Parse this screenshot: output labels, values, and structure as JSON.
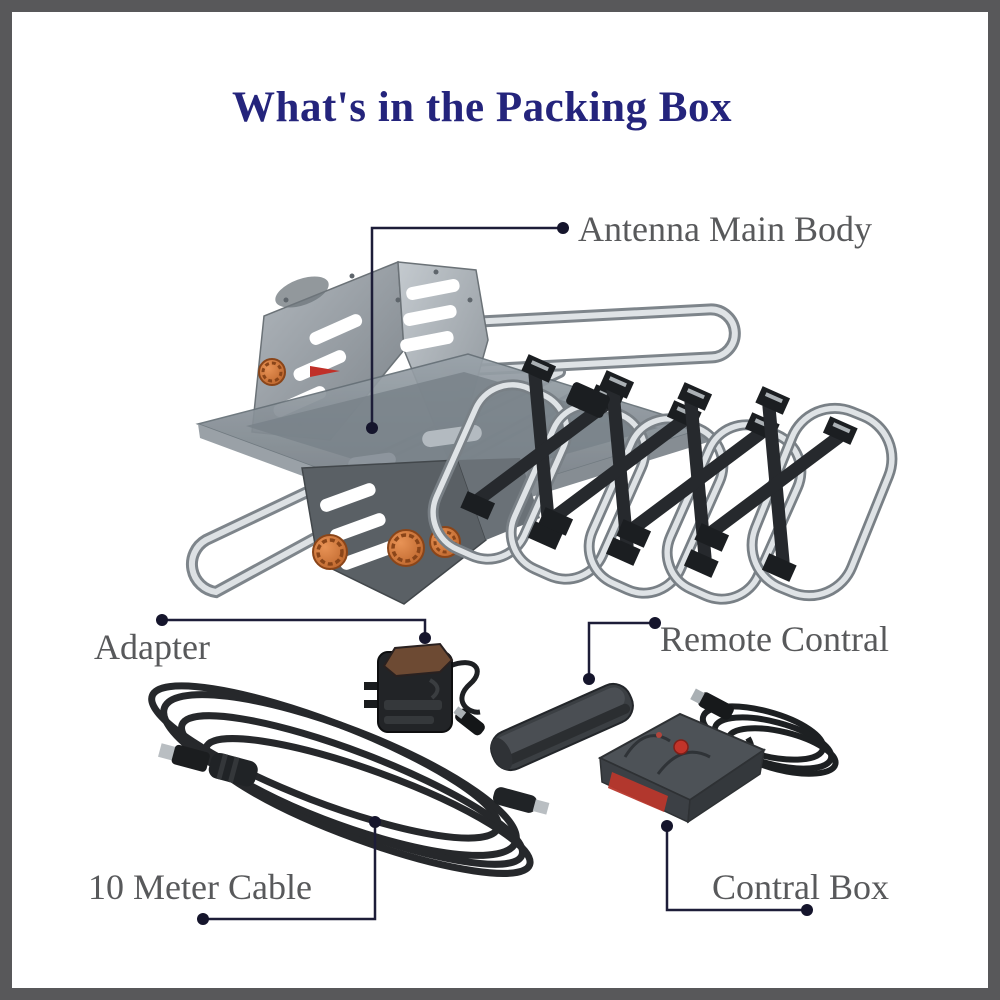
{
  "frame": {
    "border_color": "#58585a",
    "background_color": "#ffffff"
  },
  "title": {
    "text": "What's in the Packing Box",
    "color": "#24247C"
  },
  "callout_labels": {
    "antenna_main_body": "Antenna Main Body",
    "adapter": "Adapter",
    "remote_control": "Remote Contral",
    "ten_meter_cable": "10 Meter Cable",
    "control_box": "Contral Box"
  },
  "illustration": {
    "parts": [
      "antenna-main-body-illustration",
      "power-adapter-illustration",
      "remote-control-illustration",
      "coax-cable-illustration",
      "control-box-illustration"
    ],
    "colors": {
      "label_text": "#58595B",
      "callout_line": "#1D1D38",
      "knob_orange": "#C96F33",
      "control_box_label_red": "#B8372C",
      "chrome": "#DDE1E4",
      "dark_plastic": "#26292D"
    }
  }
}
